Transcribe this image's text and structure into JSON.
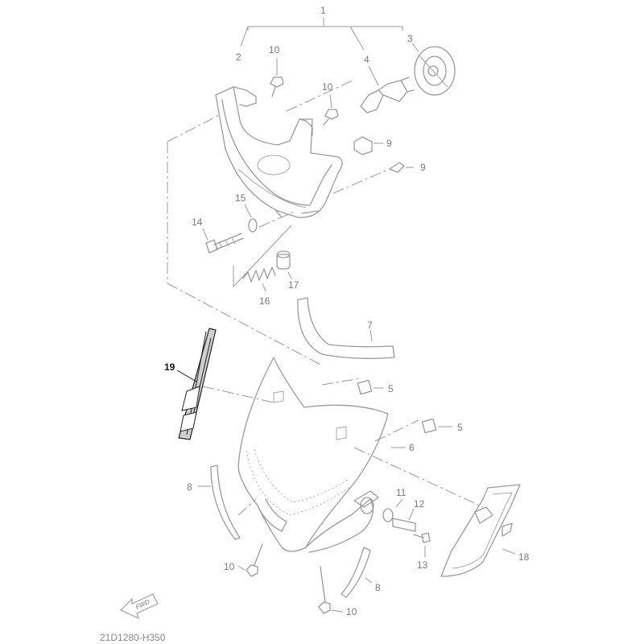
{
  "callouts": {
    "c1": "1",
    "c2": "2",
    "c3": "3",
    "c4": "4",
    "c5a": "5",
    "c5b": "5",
    "c6": "6",
    "c7": "7",
    "c8a": "8",
    "c8b": "8",
    "c9a": "9",
    "c9b": "9",
    "c10a": "10",
    "c10b": "10",
    "c10c": "10",
    "c10d": "10",
    "c11": "11",
    "c12": "12",
    "c13": "13",
    "c14": "14",
    "c15": "15",
    "c16": "16",
    "c17": "17",
    "c18": "18",
    "c19": "19"
  },
  "fwd_label": "FWD",
  "diagram_code": "21D1280-H350",
  "colors": {
    "line": "#9a9a9a",
    "highlight": "#111111",
    "text": "#7a7a7a"
  }
}
